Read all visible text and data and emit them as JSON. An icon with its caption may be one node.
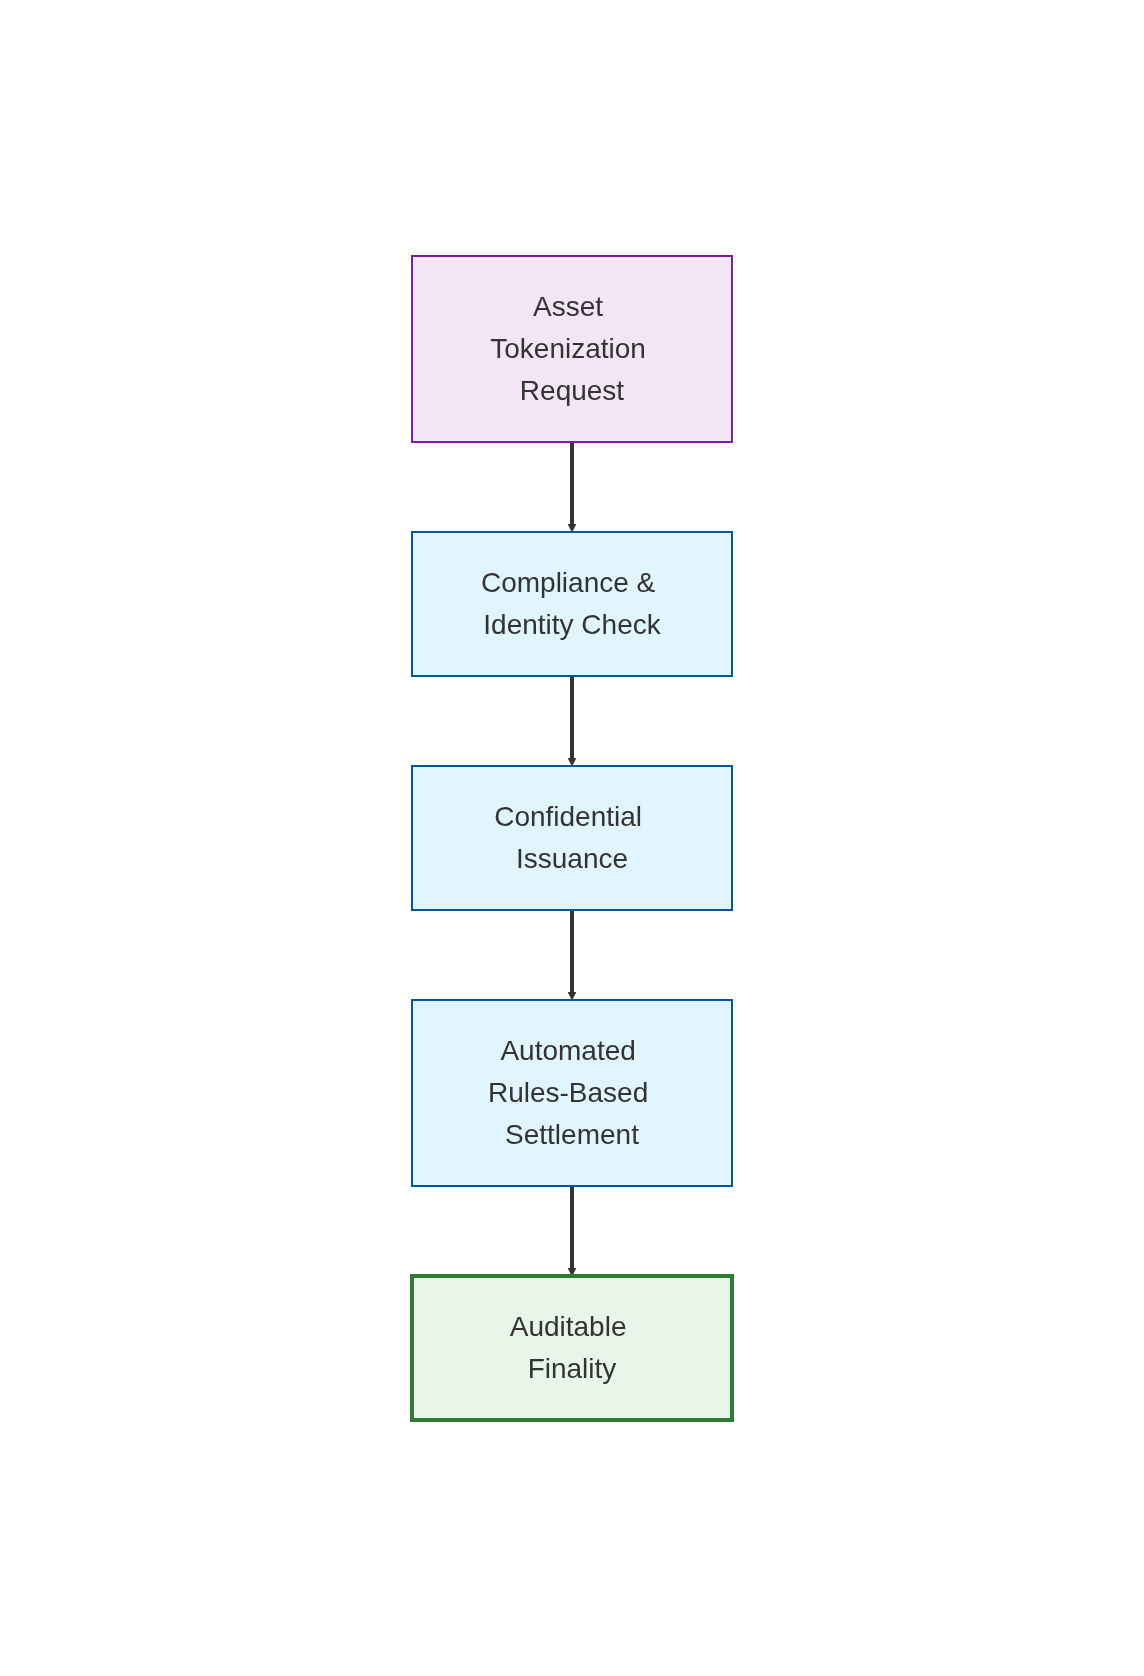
{
  "diagram": {
    "nodes": [
      {
        "text": [
          "Asset Tokenization Request"
        ]
      },
      {
        "text": [
          "Compliance & Identity Check"
        ]
      },
      {
        "text": [
          "Confidential Issuance"
        ]
      },
      {
        "text": [
          "Automated Rules-Based Settlement"
        ]
      },
      {
        "text": [
          "Auditable Finality"
        ]
      }
    ],
    "edges": [
      {
        "from": 0,
        "to": 1,
        "arrow": "to"
      },
      {
        "from": 1,
        "to": 2,
        "arrow": "to"
      },
      {
        "from": 2,
        "to": 3,
        "arrow": "to"
      },
      {
        "from": 3,
        "to": 4,
        "arrow": "to"
      }
    ]
  }
}
